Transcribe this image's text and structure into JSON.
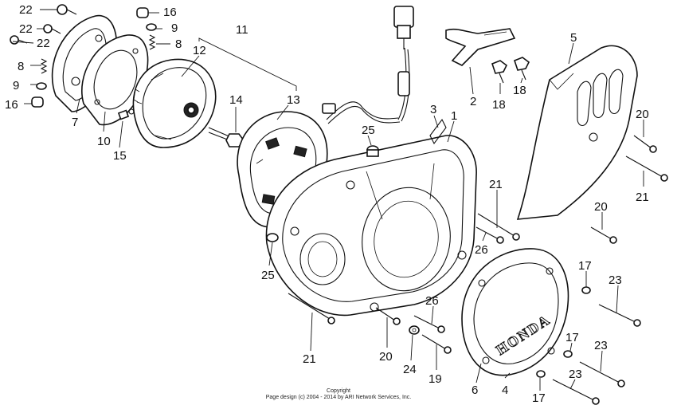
{
  "diagram": {
    "callouts": [
      "22",
      "22",
      "22",
      "8",
      "9",
      "16",
      "16",
      "9",
      "8",
      "11",
      "12",
      "13",
      "14",
      "10",
      "15",
      "7",
      "3",
      "1",
      "25",
      "25",
      "2",
      "18",
      "18",
      "5",
      "20",
      "21",
      "20",
      "21",
      "26",
      "21",
      "20",
      "24",
      "26",
      "19",
      "17",
      "23",
      "17",
      "23",
      "23",
      "17",
      "6",
      "4"
    ],
    "logo_text": "HONDA",
    "footer": {
      "line1": "Copyright",
      "line2": "Page design (c) 2004 - 2014 by ARI Network Services, Inc."
    }
  }
}
